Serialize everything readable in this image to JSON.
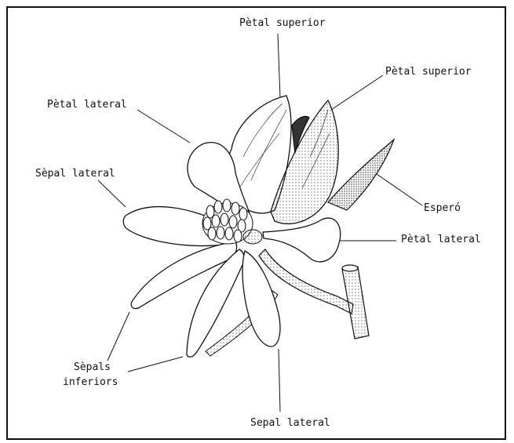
{
  "figure": {
    "labels": {
      "petal_superior_top": "Pètal superior",
      "petal_superior_right": "Pètal superior",
      "petal_lateral_left": "Pètal lateral",
      "sepal_lateral_left": "Sèpal lateral",
      "espero": "Esperó",
      "petal_lateral_right": "Pètal lateral",
      "sepals_inferiors_line1": "Sèpals",
      "sepals_inferiors_line2": "inferiors",
      "sepal_lateral_bottom": "Sepal lateral"
    }
  }
}
